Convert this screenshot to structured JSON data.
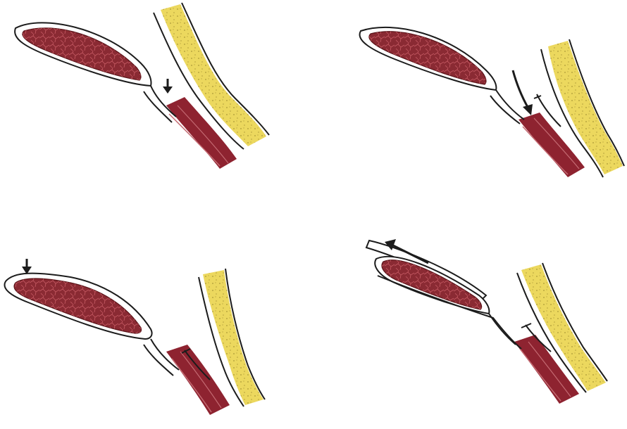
{
  "colors": {
    "background": "#ffffff",
    "outline": "#1c1c1c",
    "tissue_red": "#8a2a33",
    "tissue_red_dark": "#5a1419",
    "tissue_texture": "#c65a63",
    "muscle_red": "#8e2330",
    "muscle_highlight": "#c46a72",
    "fat_yellow": "#ecd85e",
    "fat_dot": "#8c7a24"
  },
  "panels": [
    {
      "position": "top-left",
      "arrow_icon": "arrow-icon"
    },
    {
      "position": "top-right",
      "arrow_icon": "arrow-icon"
    },
    {
      "position": "bottom-left",
      "arrow_icon": "arrow-icon"
    },
    {
      "position": "bottom-right",
      "arrow_icon": "arrow-icon"
    }
  ]
}
